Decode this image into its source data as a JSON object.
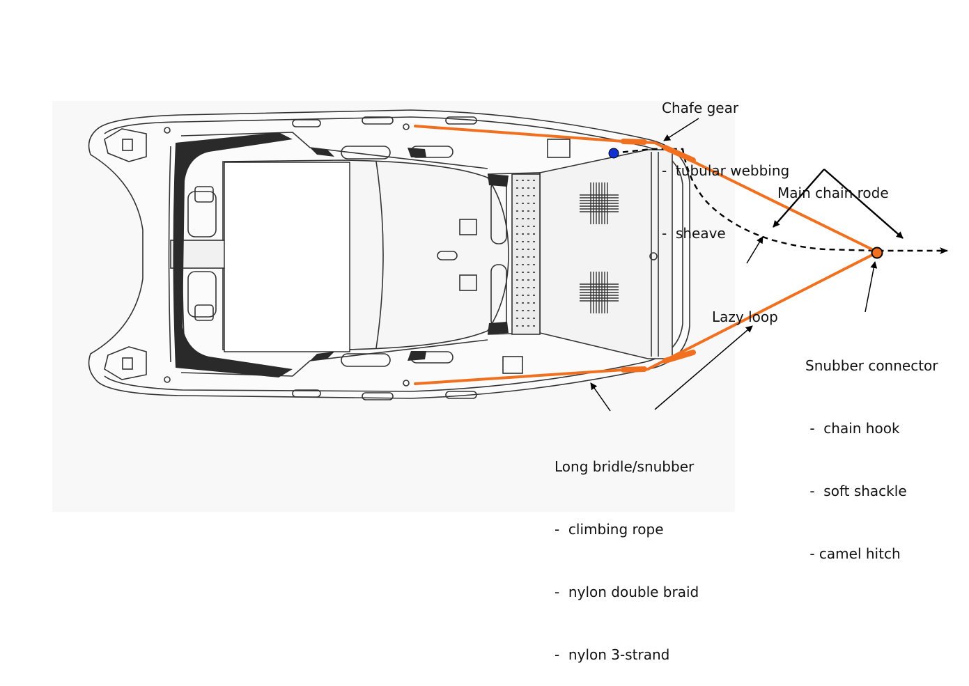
{
  "colors": {
    "bridle": "#f07020",
    "chafe_dot": "#1030d0",
    "connector_fill": "#f07020",
    "outline": "#333333",
    "nonskid": "#2a2a2a"
  },
  "labels": {
    "chafe_gear": {
      "title": "Chafe gear",
      "items": [
        "-  tubular webbing",
        "-  sheave"
      ]
    },
    "main_chain_rode": {
      "title": "Main chain rode"
    },
    "lazy_loop": {
      "title": "Lazy loop"
    },
    "snubber_connector": {
      "title": "Snubber connector",
      "items": [
        " -  chain hook",
        " -  soft shackle",
        " - camel hitch"
      ]
    },
    "long_bridle": {
      "title": "Long bridle/snubber",
      "items": [
        "-  climbing rope",
        "-  nylon double braid",
        "-  nylon 3-strand"
      ]
    }
  }
}
